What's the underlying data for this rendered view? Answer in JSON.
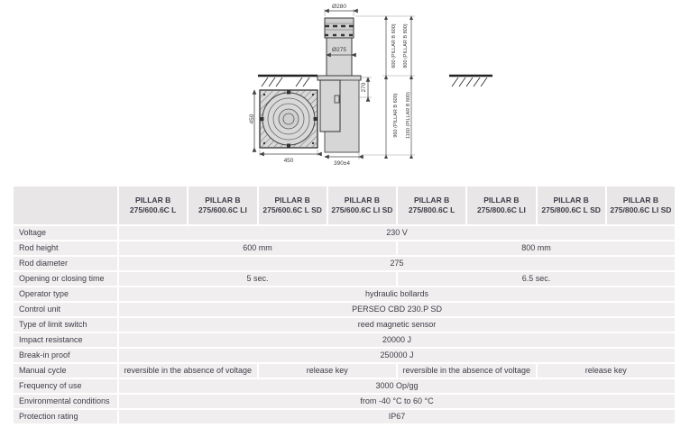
{
  "diagram": {
    "labels": {
      "top_diameter": "Ø280",
      "rod_diameter": "Ø275",
      "flange_depth": "270",
      "above_ground_600": "600 (PILLAR B 600)",
      "above_ground_800": "800 (PILLAR B 800)",
      "total_depth_600": "960 (PILLAR B 600)",
      "total_depth_800": "1160 (PILLAR B 800)",
      "pit_width": "450",
      "pit_height": "450",
      "casing_width": "390±4"
    }
  },
  "table": {
    "corner_label": "",
    "columns": [
      "PILLAR B 275/600.6C L",
      "PILLAR B 275/600.6C LI",
      "PILLAR B 275/600.6C L SD",
      "PILLAR B 275/600.6C LI SD",
      "PILLAR B 275/800.6C L",
      "PILLAR B 275/800.6C LI",
      "PILLAR B 275/800.6C L SD",
      "PILLAR B 275/800.6C LI SD"
    ],
    "rows": [
      {
        "label": "Voltage",
        "cells": [
          {
            "text": "230 V",
            "span": 8
          }
        ]
      },
      {
        "label": "Rod height",
        "cells": [
          {
            "text": "600 mm",
            "span": 4
          },
          {
            "text": "800 mm",
            "span": 4
          }
        ]
      },
      {
        "label": "Rod diameter",
        "cells": [
          {
            "text": "275",
            "span": 8
          }
        ]
      },
      {
        "label": "Opening or closing time",
        "cells": [
          {
            "text": "5 sec.",
            "span": 4
          },
          {
            "text": "6.5 sec.",
            "span": 4
          }
        ]
      },
      {
        "label": "Operator type",
        "cells": [
          {
            "text": "hydraulic bollards",
            "span": 8
          }
        ]
      },
      {
        "label": "Control unit",
        "cells": [
          {
            "text": "PERSEO CBD 230.P SD",
            "span": 8
          }
        ]
      },
      {
        "label": "Type of limit switch",
        "cells": [
          {
            "text": "reed magnetic sensor",
            "span": 8
          }
        ]
      },
      {
        "label": "Impact resistance",
        "cells": [
          {
            "text": "20000 J",
            "span": 8
          }
        ]
      },
      {
        "label": "Break-in proof",
        "cells": [
          {
            "text": "250000 J",
            "span": 8
          }
        ]
      },
      {
        "label": "Manual cycle",
        "cells": [
          {
            "text": "reversible in the absence of voltage",
            "span": 2
          },
          {
            "text": "release key",
            "span": 2
          },
          {
            "text": "reversible in the absence of voltage",
            "span": 2
          },
          {
            "text": "release key",
            "span": 2
          }
        ]
      },
      {
        "label": "Frequency of use",
        "cells": [
          {
            "text": "3000 Op/gg",
            "span": 8
          }
        ]
      },
      {
        "label": "Environmental conditions",
        "cells": [
          {
            "text": "from -40 °C to 60 °C",
            "span": 8
          }
        ]
      },
      {
        "label": "Protection rating",
        "cells": [
          {
            "text": "IP67",
            "span": 8
          }
        ]
      }
    ]
  },
  "colors": {
    "header_bg": "#e8e6e6",
    "row_bg": "#f0eeee",
    "text": "#3d3c47",
    "diagram_fill": "#d6d6d6",
    "diagram_line": "#3a3a3a"
  }
}
